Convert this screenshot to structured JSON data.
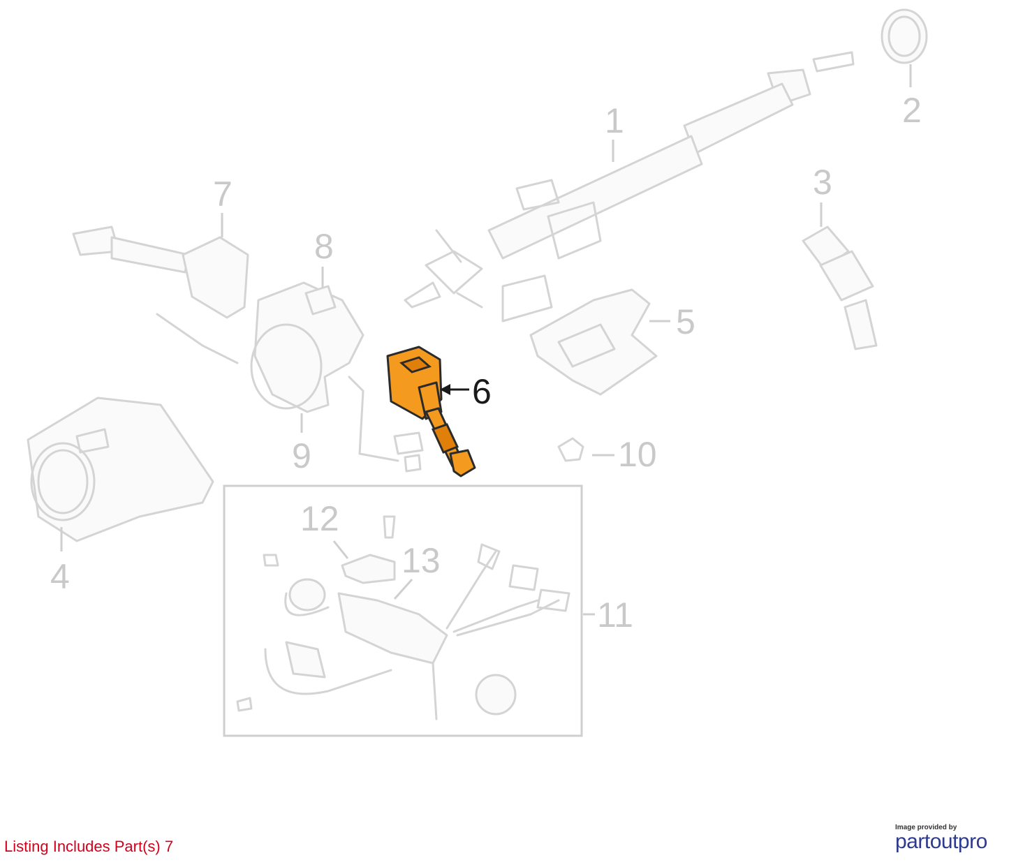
{
  "callouts": {
    "c1": "1",
    "c2": "2",
    "c3": "3",
    "c4": "4",
    "c5": "5",
    "c6": "6",
    "c7": "7",
    "c8": "8",
    "c9": "9",
    "c10": "10",
    "c11": "11",
    "c12": "12",
    "c13": "13"
  },
  "highlighted_part": "6",
  "highlight_color": "#f39a1f",
  "footer": {
    "listing_note": "Listing Includes Part(s) 7",
    "credit_small": "Image provided by",
    "credit_brand_part1": "partout",
    "credit_brand_part2": "pro"
  }
}
